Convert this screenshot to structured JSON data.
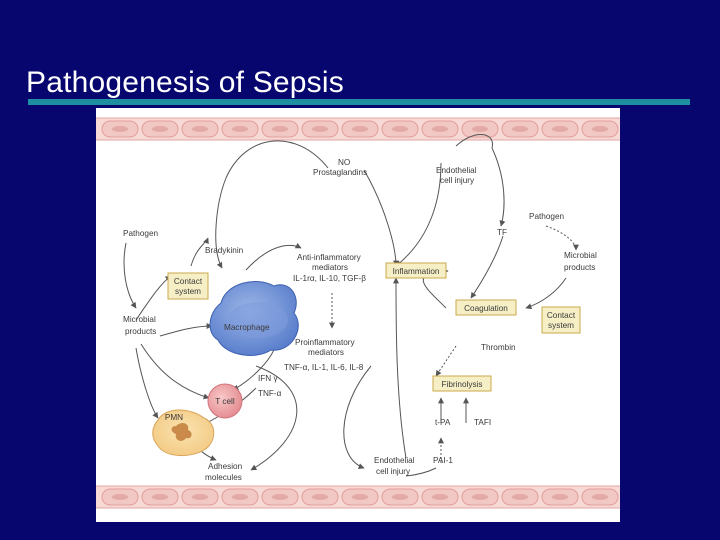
{
  "slide": {
    "title": "Pathogenesis of Sepsis",
    "colors": {
      "background": "#06066e",
      "title_rule": "#1d8fa1",
      "box_fill": "#f6efc5",
      "box_stroke": "#caa94c",
      "vessel": "#f2c8c4"
    }
  },
  "diagram": {
    "labels": {
      "no": "NO",
      "prostaglandins": "Prostaglandins",
      "endothelial_top_1": "Endothelial",
      "endothelial_top_2": "cell injury",
      "pathogen_left": "Pathogen",
      "pathogen_right": "Pathogen",
      "tf": "TF",
      "microbial_right_1": "Microbial",
      "microbial_right_2": "products",
      "bradykinin": "Bradykinin",
      "anti_1": "Anti-inflammatory",
      "anti_2": "mediators",
      "anti_3": "IL-1rα, IL-10, TGF-β",
      "microbial_left_1": "Microbial",
      "microbial_left_2": "products",
      "thrombin": "Thrombin",
      "pro_1": "Proinflammatory",
      "pro_2": "mediators",
      "pro_3": "TNF-α, IL-1, IL-6, IL-8",
      "ifn": "IFN γ",
      "tnf": "TNF-α",
      "tpa": "t-PA",
      "tafi": "TAFI",
      "pai": "PAI-1",
      "endothelial_bottom_1": "Endothelial",
      "endothelial_bottom_2": "cell injury",
      "adhesion_1": "Adhesion",
      "adhesion_2": "molecules"
    },
    "boxes": {
      "contact_left_1": "Contact",
      "contact_left_2": "system",
      "inflammation": "Inflammation",
      "coagulation": "Coagulation",
      "contact_right_1": "Contact",
      "contact_right_2": "system",
      "fibrinolysis": "Fibrinolysis"
    },
    "cells": {
      "macrophage": "Macrophage",
      "t_cell": "T cell",
      "pmn": "PMN"
    }
  }
}
